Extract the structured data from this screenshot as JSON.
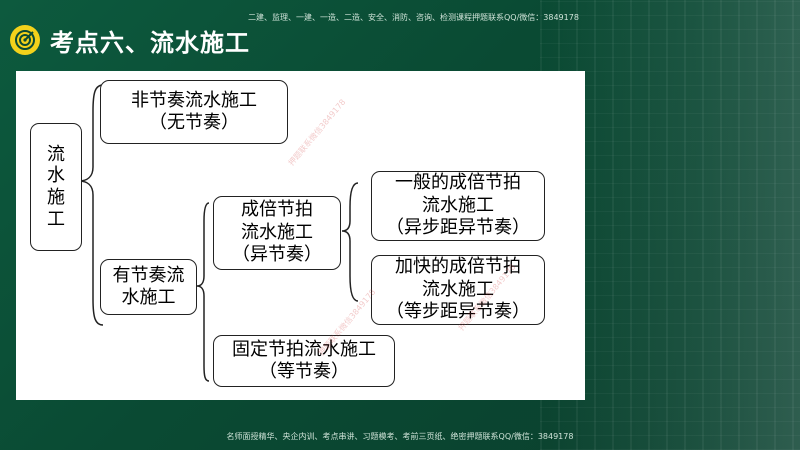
{
  "header": {
    "title": "考点六、流水施工",
    "top_notice": "二建、监理、一建、一造、二造、安全、消防、咨询、检测课程押题联系QQ/微信：3849178"
  },
  "footer": {
    "notice": "名师面授精华、央企内训、考点串讲、习题模考、考前三页纸、绝密押题联系QQ/微信：3849178"
  },
  "diagram": {
    "root": [
      "流",
      "水",
      "施",
      "工"
    ],
    "nonrhythmic": {
      "line1": "非节奏流水施工",
      "line2": "（无节奏）"
    },
    "rhythmic": {
      "line1": "有节奏流",
      "line2": "水施工"
    },
    "multiple": {
      "line1": "成倍节拍",
      "line2": "流水施工",
      "line3": "（异节奏）"
    },
    "general_multiple": {
      "line1": "一般的成倍节拍",
      "line2": "流水施工",
      "line3": "（异步距异节奏）"
    },
    "accelerated_multiple": {
      "line1": "加快的成倍节拍",
      "line2": "流水施工",
      "line3": "（等步距异节奏）"
    },
    "fixed": {
      "line1": "固定节拍流水施工",
      "line2": "（等节奏）"
    }
  },
  "colors": {
    "background": "#0b4a34",
    "logo": "#f3d21b",
    "title": "#ffffff"
  }
}
